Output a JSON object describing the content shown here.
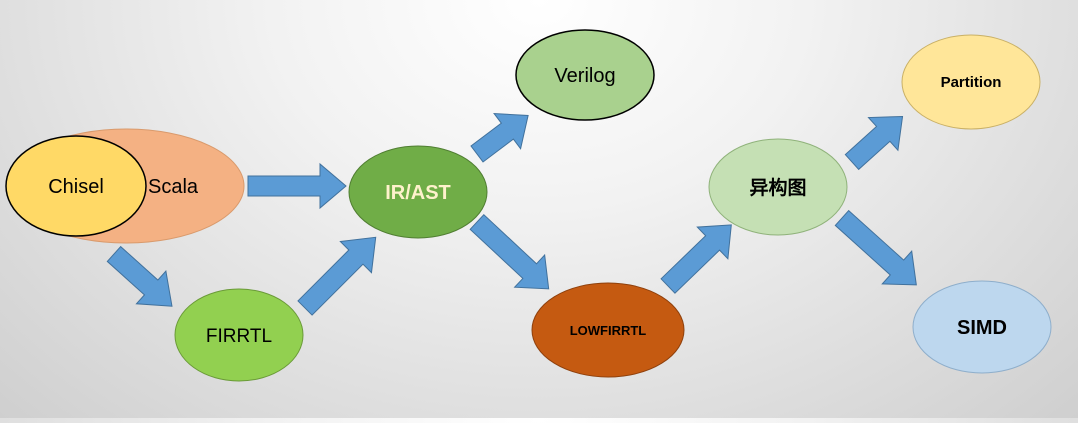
{
  "diagram": {
    "nodes": {
      "chisel": "Chisel",
      "scala": "Scala",
      "firrtl": "FIRRTL",
      "ir_ast": "IR/AST",
      "verilog": "Verilog",
      "lowfirrtl": "LOWFIRRTL",
      "hetero_graph": "异构图",
      "partition": "Partition",
      "simd": "SIMD"
    },
    "colors": {
      "scala_fill": "#f4b183",
      "chisel_fill": "#ffd966",
      "firrtl_fill": "#92d050",
      "ir_ast_fill": "#70ad47",
      "ir_ast_text": "#fff2cc",
      "verilog_fill": "#a9d18e",
      "lowfirrtl_fill": "#c55a11",
      "hetero_graph_fill": "#c5e0b4",
      "partition_fill": "#ffe699",
      "simd_fill": "#bdd7ee",
      "arrow_fill": "#5b9bd5"
    }
  }
}
